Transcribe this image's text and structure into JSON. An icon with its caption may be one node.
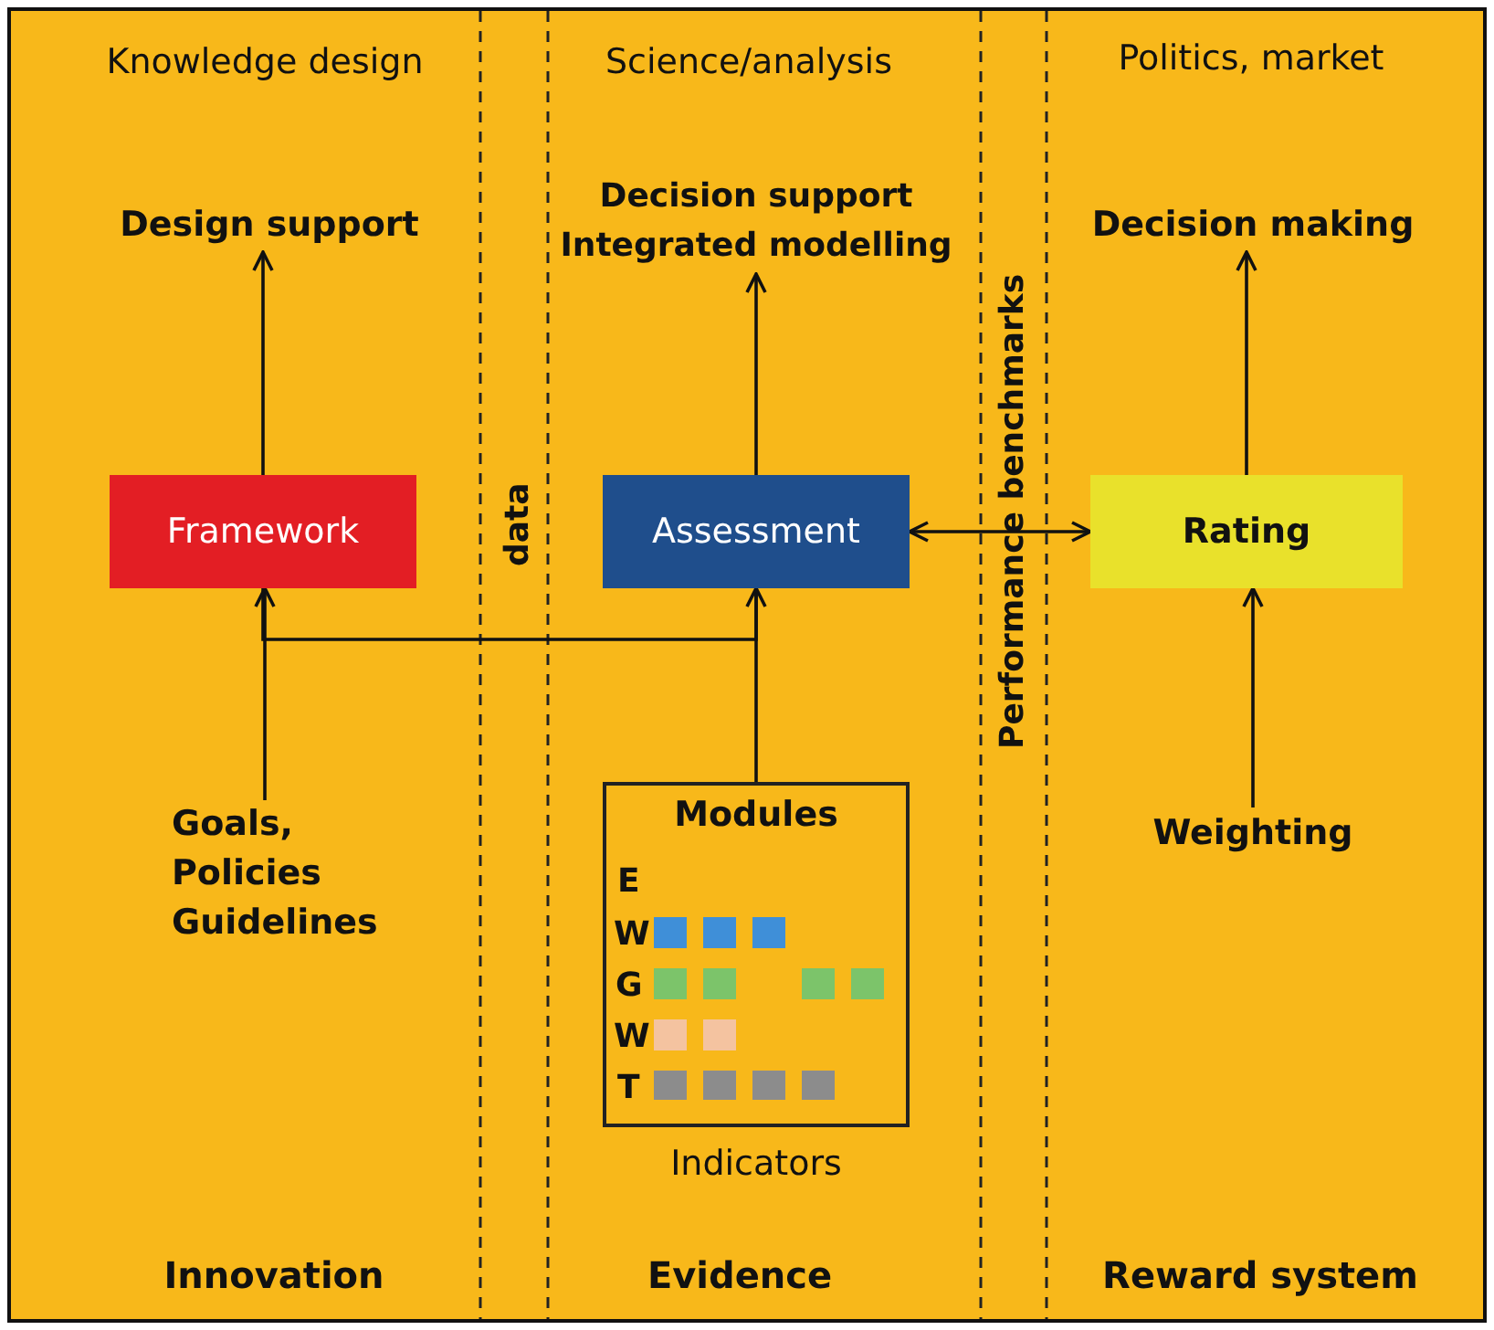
{
  "diagram": {
    "nodes": [
      {
        "text": [
          "Design support"
        ]
      },
      {
        "text": [
          "Decision support Integrated modelling"
        ]
      },
      {
        "text": [
          "Decision making"
        ]
      },
      {
        "text": [
          "Framework"
        ]
      },
      {
        "text": [
          "Assessment"
        ]
      },
      {
        "text": [
          "Rating"
        ]
      },
      {
        "text": [
          "Goals, Policies Guidelines"
        ]
      },
      {
        "text": [
          "Modules"
        ],
        "beside": [
          "Indicators"
        ]
      },
      {
        "text": [
          "Weighting"
        ]
      }
    ],
    "edges": [
      {
        "from": 3,
        "to": 0,
        "arrow": "to"
      },
      {
        "from": 4,
        "to": 1,
        "arrow": "to"
      },
      {
        "from": 5,
        "to": 2,
        "arrow": "to"
      },
      {
        "from": 3,
        "to": 4,
        "arrow": "none"
      },
      {
        "from": 4,
        "to": 5,
        "arrow": "both"
      },
      {
        "from": 6,
        "to": 3,
        "arrow": "to"
      },
      {
        "from": 7,
        "to": 4,
        "arrow": "to"
      },
      {
        "from": 8,
        "to": 5,
        "arrow": "to"
      }
    ],
    "labels": [
      "Knowledge design",
      "Science/analysis",
      "Politics, market",
      "Performance benchmarks",
      "data",
      "E",
      "W",
      "G",
      "W",
      "T",
      "Innovation",
      "Evidence",
      "Reward system"
    ]
  }
}
